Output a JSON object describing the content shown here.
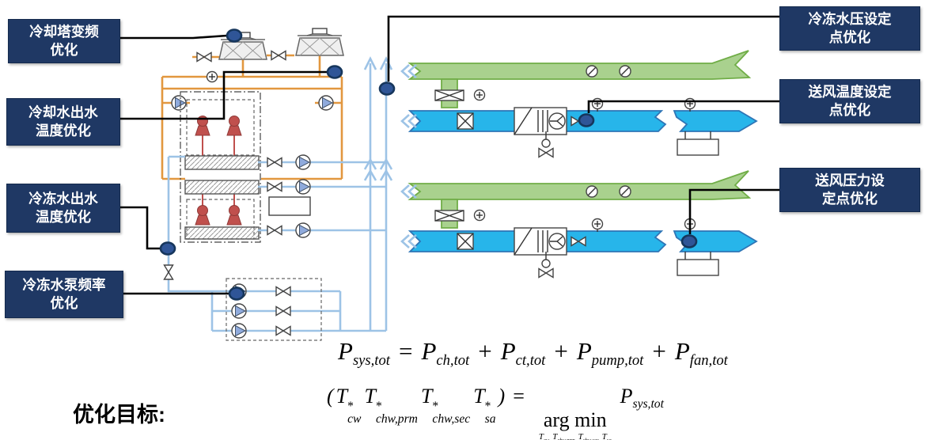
{
  "labels": {
    "left": [
      {
        "text": "冷却塔变频\n优化"
      },
      {
        "text": "冷却水出水\n温度优化"
      },
      {
        "text": "冷冻水出水\n温度优化"
      },
      {
        "text": "冷冻水泵频率\n优化"
      }
    ],
    "right": [
      {
        "text": "冷冻水压设定\n点优化"
      },
      {
        "text": "送风温度设定\n点优化"
      },
      {
        "text": "送风压力设\n定点优化"
      }
    ],
    "objective": "优化目标:"
  },
  "formulas": {
    "power": {
      "terms": [
        {
          "base": "P",
          "sub": "sys,tot"
        },
        {
          "op": "="
        },
        {
          "base": "P",
          "sub": "ch,tot"
        },
        {
          "op": "+"
        },
        {
          "base": "P",
          "sub": "ct,tot"
        },
        {
          "op": "+"
        },
        {
          "base": "P",
          "sub": "pump,tot"
        },
        {
          "op": "+"
        },
        {
          "base": "P",
          "sub": "fan,tot"
        }
      ]
    },
    "setpoint": {
      "terms": [
        {
          "text": "("
        },
        {
          "base": "T",
          "sup": "*",
          "sub": "cw"
        },
        {
          "base": "T",
          "sup": "*",
          "sub": "chw,prm"
        },
        {
          "base": "T",
          "sup": "*",
          "sub": "chw,sec"
        },
        {
          "base": "T",
          "sup": "*",
          "sub": "sa"
        },
        {
          "text": ")"
        },
        {
          "op": "="
        },
        {
          "func": "arg min",
          "under": [
            {
              "base": "T",
              "sub": "cw"
            },
            {
              "base": "T",
              "sub": "chw,prm"
            },
            {
              "base": "T",
              "sub": "chw,sec"
            },
            {
              "base": "T",
              "sub": "sa"
            }
          ]
        },
        {
          "base": "P",
          "sub": "sys,tot"
        }
      ]
    }
  },
  "colors": {
    "label_bg": "#1F3864",
    "label_text": "#FFFFFF",
    "connector_dot_fill": "#2F5597",
    "connector_dot_stroke": "#16365C",
    "pipe_orange": "#E2973F",
    "pipe_blue": "#9DC3E6",
    "equip_red": "#C0504D",
    "duct_green": "#A9D18E",
    "duct_green_stroke": "#70AD47",
    "duct_cyan": "#27B5EA",
    "duct_cyan_stroke": "#2E75B6"
  }
}
